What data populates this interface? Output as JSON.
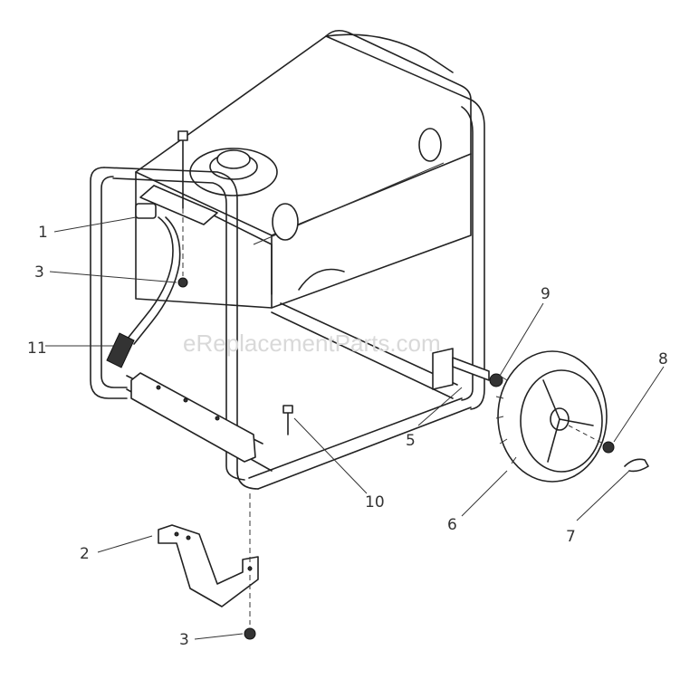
{
  "watermark": "eReplacementParts.com",
  "callouts": [
    "1",
    "3",
    "11",
    "2",
    "3",
    "9",
    "5",
    "6",
    "7",
    "8",
    "10"
  ]
}
